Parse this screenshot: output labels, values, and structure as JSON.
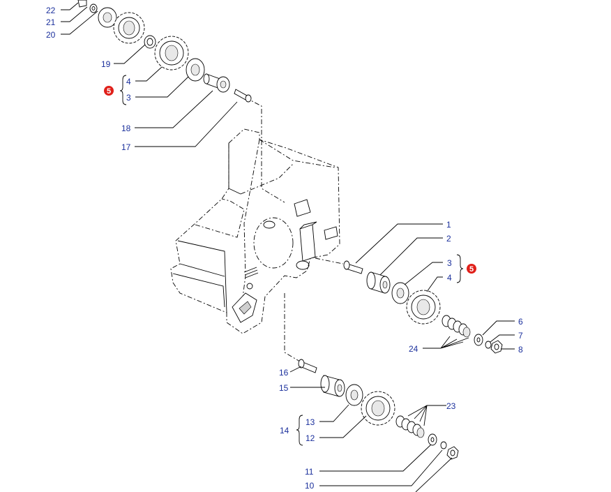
{
  "callouts": [
    {
      "id": "c22",
      "text": "22"
    },
    {
      "id": "c21",
      "text": "21"
    },
    {
      "id": "c20",
      "text": "20"
    },
    {
      "id": "c19",
      "text": "19"
    },
    {
      "id": "c4a",
      "text": "4"
    },
    {
      "id": "c3a",
      "text": "3"
    },
    {
      "id": "c18",
      "text": "18"
    },
    {
      "id": "c17",
      "text": "17"
    },
    {
      "id": "c1",
      "text": "1"
    },
    {
      "id": "c2",
      "text": "2"
    },
    {
      "id": "c3b",
      "text": "3"
    },
    {
      "id": "c4b",
      "text": "4"
    },
    {
      "id": "c6",
      "text": "6"
    },
    {
      "id": "c7",
      "text": "7"
    },
    {
      "id": "c8",
      "text": "8"
    },
    {
      "id": "c24",
      "text": "24"
    },
    {
      "id": "c16",
      "text": "16"
    },
    {
      "id": "c15",
      "text": "15"
    },
    {
      "id": "c23",
      "text": "23"
    },
    {
      "id": "c14",
      "text": "14"
    },
    {
      "id": "c13",
      "text": "13"
    },
    {
      "id": "c12",
      "text": "12"
    },
    {
      "id": "c11",
      "text": "11"
    },
    {
      "id": "c10",
      "text": "10"
    }
  ],
  "badges": [
    {
      "id": "b5a",
      "text": "5",
      "color": "#e0201a"
    },
    {
      "id": "b5b",
      "text": "5",
      "color": "#e0201a"
    }
  ],
  "colors": {
    "callout": "#1a2f9c",
    "badge": "#e0201a",
    "line": "#000000"
  }
}
